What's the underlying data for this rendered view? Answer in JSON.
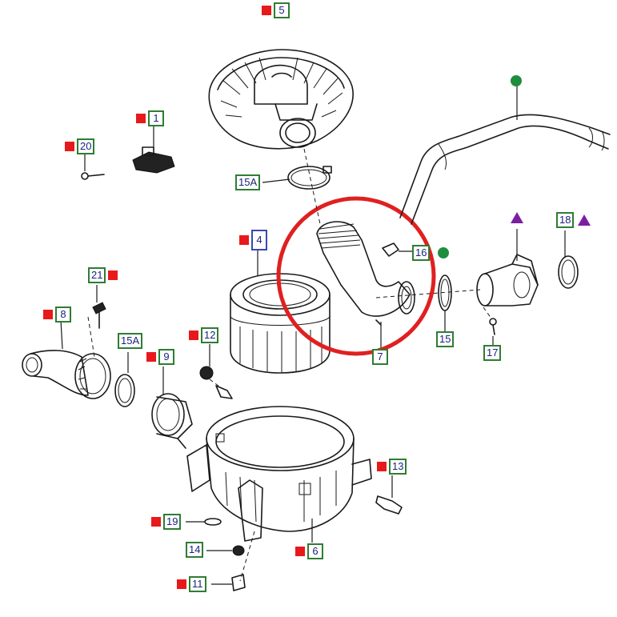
{
  "colors": {
    "label_border": "#2e7d32",
    "label_text": "#1a237e",
    "marker_red": "#e8191b",
    "marker_green": "#1e8e3e",
    "marker_purple": "#7b1fa2",
    "highlight_circle": "#e02020"
  },
  "callouts": {
    "p1": "1",
    "p4": "4",
    "p5": "5",
    "p6": "6",
    "p7": "7",
    "p8": "8",
    "p9": "9",
    "p11": "11",
    "p12": "12",
    "p13": "13",
    "p14": "14",
    "p15": "15",
    "p15a_top": "15A",
    "p15a_left": "15A",
    "p16": "16",
    "p17": "17",
    "p18": "18",
    "p19": "19",
    "p20": "20",
    "p21": "21"
  }
}
